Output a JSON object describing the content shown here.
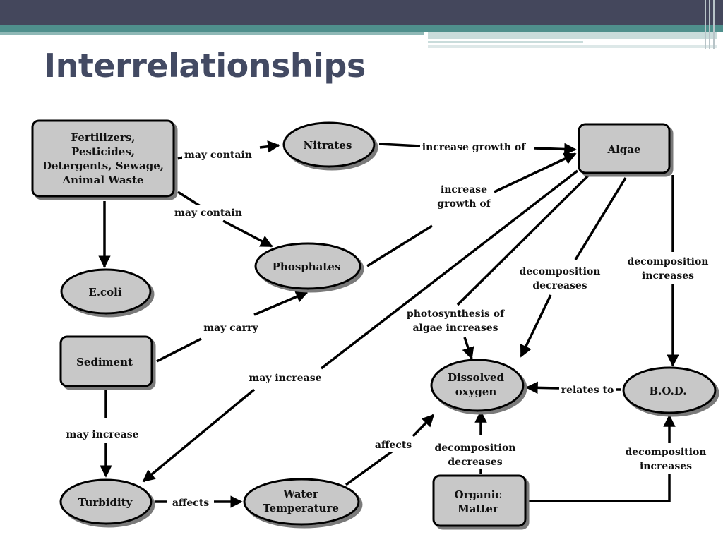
{
  "slide": {
    "title": "Interrelationships"
  },
  "nodes": {
    "sources": [
      "Fertilizers,",
      "Pesticides,",
      "Detergents, Sewage,",
      "Animal Waste"
    ],
    "nitrates": [
      "Nitrates"
    ],
    "algae": [
      "Algae"
    ],
    "phosphates": [
      "Phosphates"
    ],
    "ecoli": [
      "E.coli"
    ],
    "sediment": [
      "Sediment"
    ],
    "dissolved_oxygen": [
      "Dissolved",
      "oxygen"
    ],
    "bod": [
      "B.O.D."
    ],
    "turbidity": [
      "Turbidity"
    ],
    "water_temperature": [
      "Water",
      "Temperature"
    ],
    "organic_matter": [
      "Organic",
      "Matter"
    ]
  },
  "edge_labels": {
    "may_contain_nitrates": [
      "may contain"
    ],
    "increase_growth_nitrates": [
      "increase growth of"
    ],
    "may_contain_phosphates": [
      "may contain"
    ],
    "increase_growth_phosphates": [
      "increase",
      "growth of"
    ],
    "may_carry": [
      "may carry"
    ],
    "may_increase_algae_turbidity": [
      "may increase"
    ],
    "photosynthesis": [
      "photosynthesis of",
      "algae increases"
    ],
    "decomp_decreases_algae": [
      "decomposition",
      "decreases"
    ],
    "decomp_increases_algae": [
      "decomposition",
      "increases"
    ],
    "relates_to": [
      "relates to"
    ],
    "may_increase_sediment": [
      "may increase"
    ],
    "affects_wt_do": [
      "affects"
    ],
    "decomp_decreases_organic": [
      "decomposition",
      "decreases"
    ],
    "decomp_increases_organic": [
      "decomposition",
      "increases"
    ],
    "affects_turb_wt": [
      "affects"
    ]
  }
}
